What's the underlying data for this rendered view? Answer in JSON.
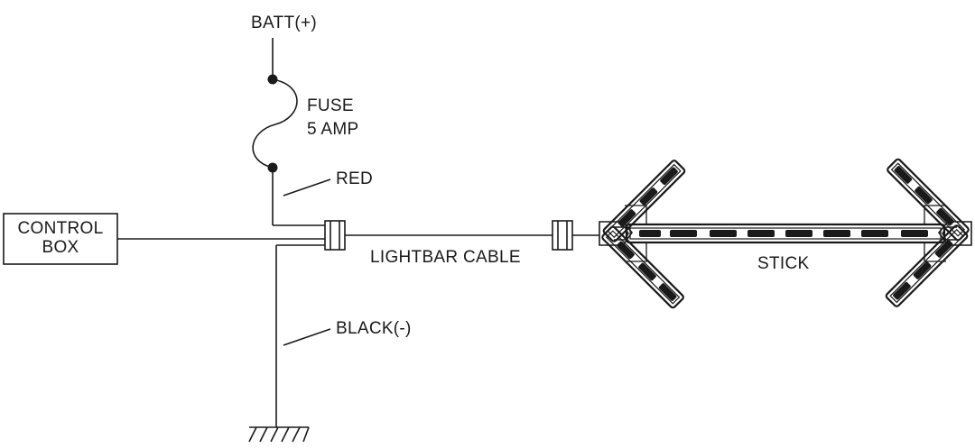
{
  "labels": {
    "batt": "BATT(+)",
    "fuse": "FUSE",
    "fuse_rating": "5 AMP",
    "red": "RED",
    "control_box_line1": "CONTROL",
    "control_box_line2": "BOX",
    "lightbar_cable": "LIGHTBAR CABLE",
    "black": "BLACK(-)",
    "stick": "STICK"
  },
  "colors": {
    "line": "#1a1a1a",
    "background": "#ffffff"
  }
}
